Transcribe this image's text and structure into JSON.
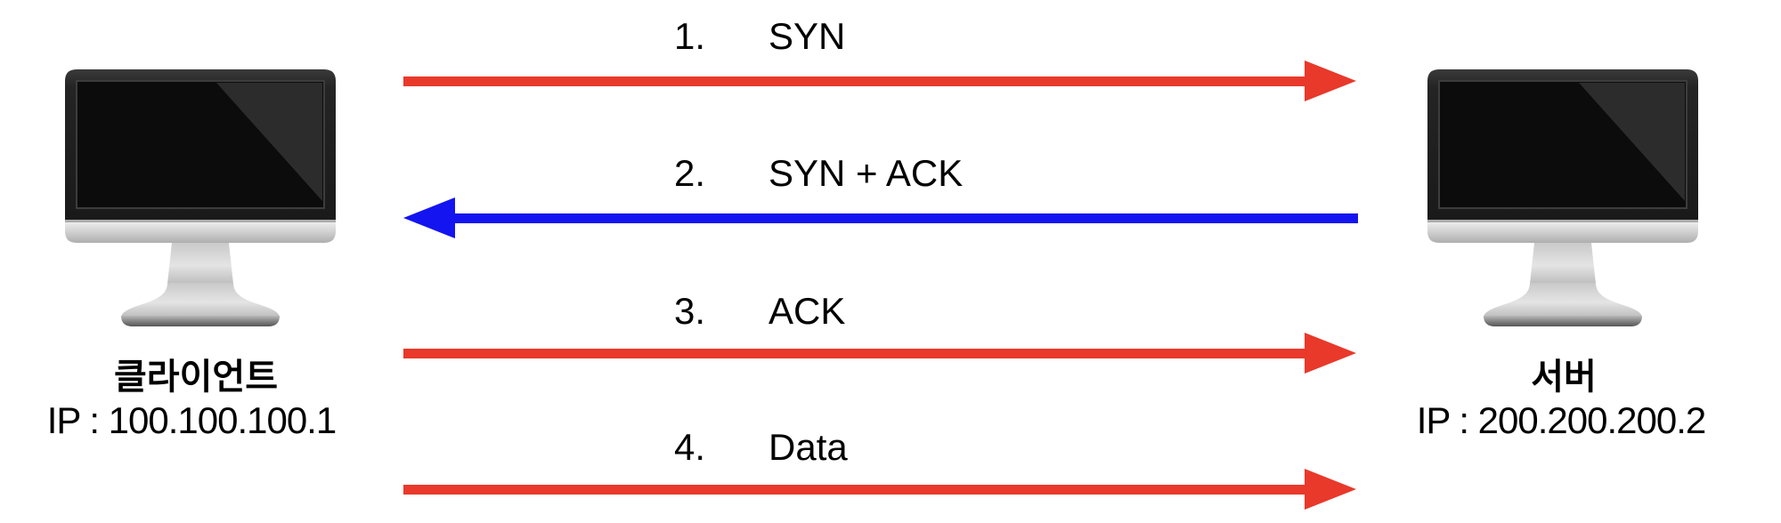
{
  "diagram": {
    "client": {
      "name": "클라이언트",
      "ip": "IP : 100.100.100.1"
    },
    "server": {
      "name": "서버",
      "ip": "IP : 200.200.200.2"
    },
    "messages": [
      {
        "step": "1.",
        "label": "SYN",
        "direction": "client-to-server",
        "color": "#e8392b"
      },
      {
        "step": "2.",
        "label": "SYN + ACK",
        "direction": "server-to-client",
        "color": "#1414f0"
      },
      {
        "step": "3.",
        "label": "ACK",
        "direction": "client-to-server",
        "color": "#e8392b"
      },
      {
        "step": "4.",
        "label": "Data",
        "direction": "client-to-server",
        "color": "#e8392b"
      }
    ],
    "colors": {
      "arrow_red": "#e8392b",
      "arrow_blue": "#1414f0",
      "text": "#000000",
      "background": "#ffffff"
    }
  }
}
